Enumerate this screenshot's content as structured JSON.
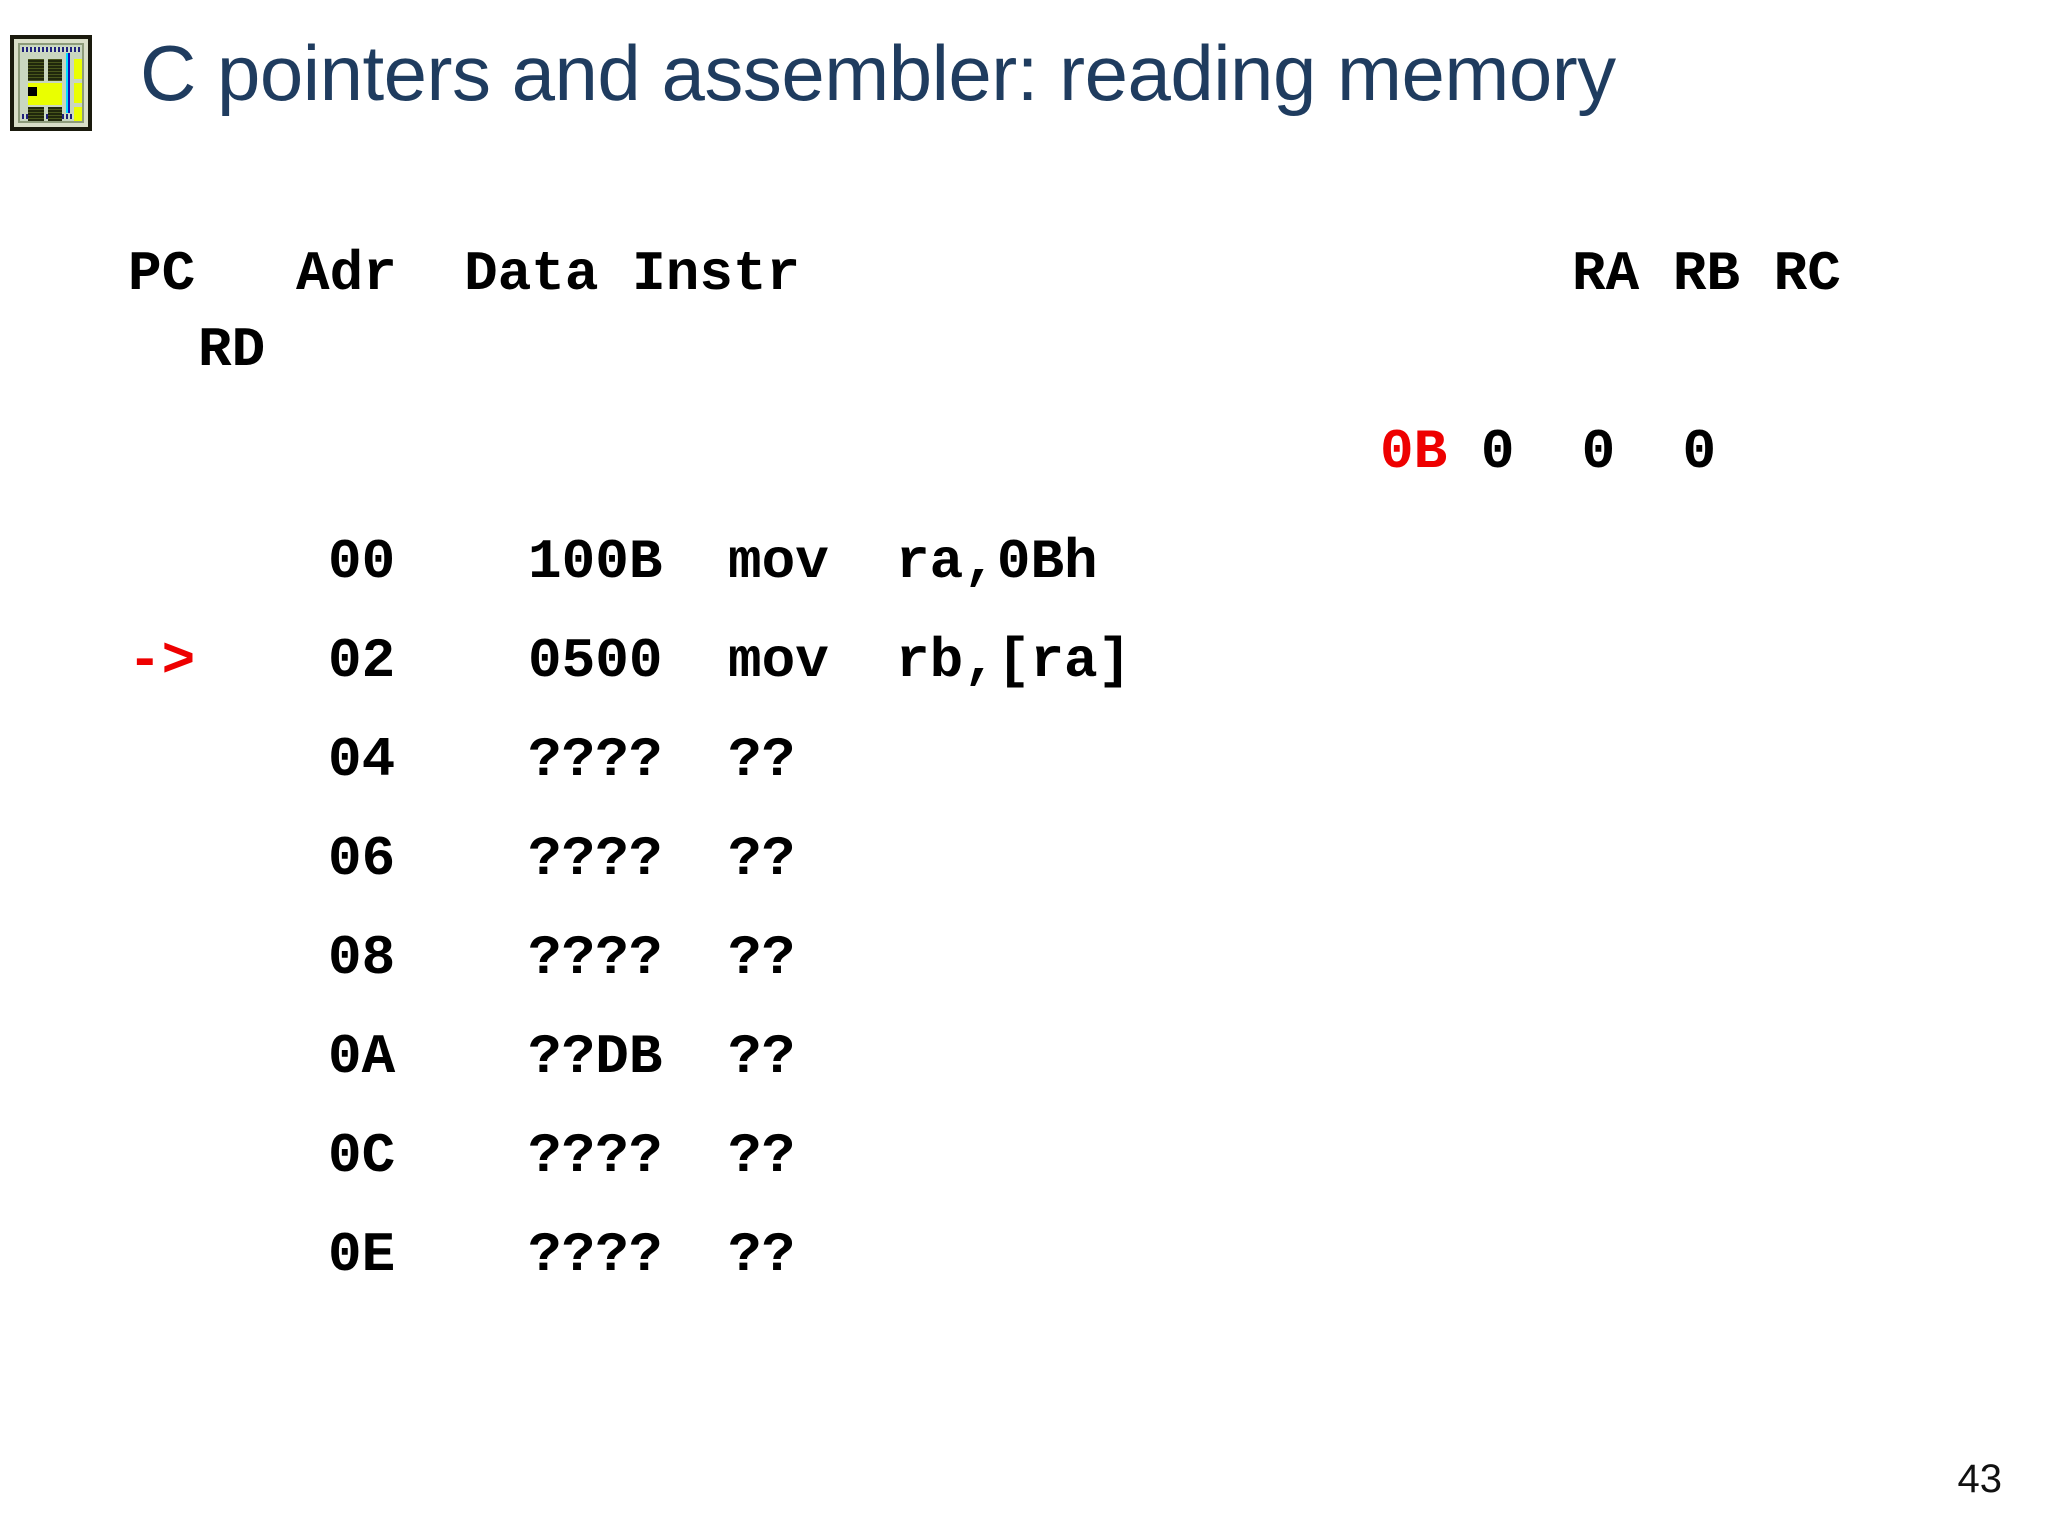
{
  "slide": {
    "title": "C pointers and assembler: reading memory",
    "title_color": "#1f3c5f",
    "page_number": "43",
    "background_color": "#ffffff",
    "icon": "microchip-die-icon"
  },
  "table": {
    "headers": {
      "pc": "PC",
      "adr": "Adr",
      "data": "Data",
      "instr": "Instr"
    },
    "rd_label": "RD"
  },
  "registers": {
    "headers": [
      "RA",
      "RB",
      "RC"
    ],
    "header_line": "RA RB RC",
    "values": [
      {
        "name": "RA",
        "value": "0B",
        "color": "#ee0000",
        "highlight": true
      },
      {
        "name": "RB",
        "value": "0",
        "color": "#000000",
        "highlight": false
      },
      {
        "name": "RC",
        "value": "0",
        "color": "#000000",
        "highlight": false
      },
      {
        "name": "extra",
        "value": "0",
        "color": "#000000",
        "highlight": false
      }
    ]
  },
  "pointer": {
    "marker": "->",
    "marker_color": "#ee0000",
    "at_address": "02"
  },
  "memory_rows": [
    {
      "marker": "",
      "adr": "00",
      "data": "100B",
      "instr": "mov  ra,0Bh"
    },
    {
      "marker": "->",
      "adr": "02",
      "data": "0500",
      "instr": "mov  rb,[ra]"
    },
    {
      "marker": "",
      "adr": "04",
      "data": "????",
      "instr": "??"
    },
    {
      "marker": "",
      "adr": "06",
      "data": "????",
      "instr": "??"
    },
    {
      "marker": "",
      "adr": "08",
      "data": "????",
      "instr": "??"
    },
    {
      "marker": "",
      "adr": "0A",
      "data": "??DB",
      "instr": "??"
    },
    {
      "marker": "",
      "adr": "0C",
      "data": "????",
      "instr": "??"
    },
    {
      "marker": "",
      "adr": "0E",
      "data": "????",
      "instr": "??"
    }
  ]
}
